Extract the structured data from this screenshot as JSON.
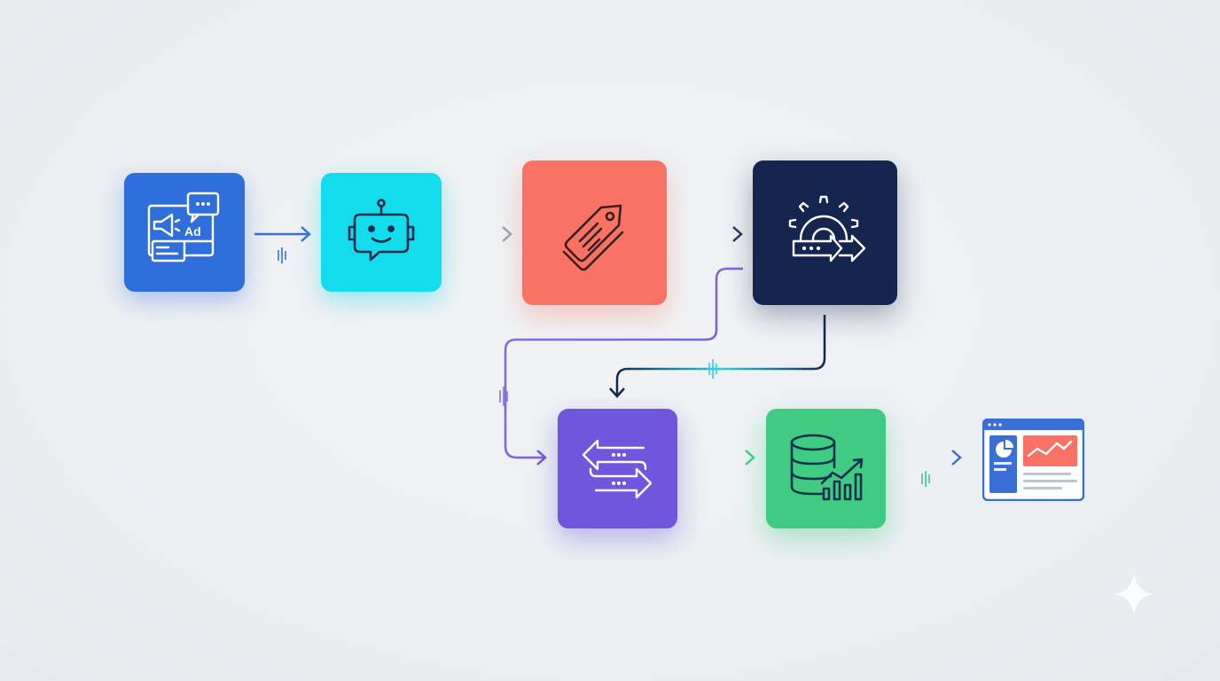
{
  "diagram": {
    "nodes": [
      {
        "id": "ad",
        "icon": "megaphone-ad-chat-icon",
        "label": "Ad",
        "color": "#2f6fdc"
      },
      {
        "id": "bot",
        "icon": "chatbot-icon",
        "color": "#13dcec"
      },
      {
        "id": "tag",
        "icon": "price-tag-icon",
        "color": "#f97263"
      },
      {
        "id": "gear",
        "icon": "gear-process-arrows-icon",
        "color": "#14264f"
      },
      {
        "id": "swap",
        "icon": "exchange-arrows-icon",
        "color": "#6f56dc"
      },
      {
        "id": "db",
        "icon": "database-chart-icon",
        "color": "#3fcc82"
      },
      {
        "id": "dash",
        "icon": "dashboard-window-icon",
        "color": "#3a6fd8"
      }
    ],
    "edges": [
      {
        "from": "ad",
        "to": "bot"
      },
      {
        "from": "bot",
        "to": "tag"
      },
      {
        "from": "tag",
        "to": "gear"
      },
      {
        "from": "gear",
        "to": "swap"
      },
      {
        "from": "gear",
        "to": "swap"
      },
      {
        "from": "swap",
        "to": "db"
      },
      {
        "from": "db",
        "to": "dash"
      }
    ]
  }
}
